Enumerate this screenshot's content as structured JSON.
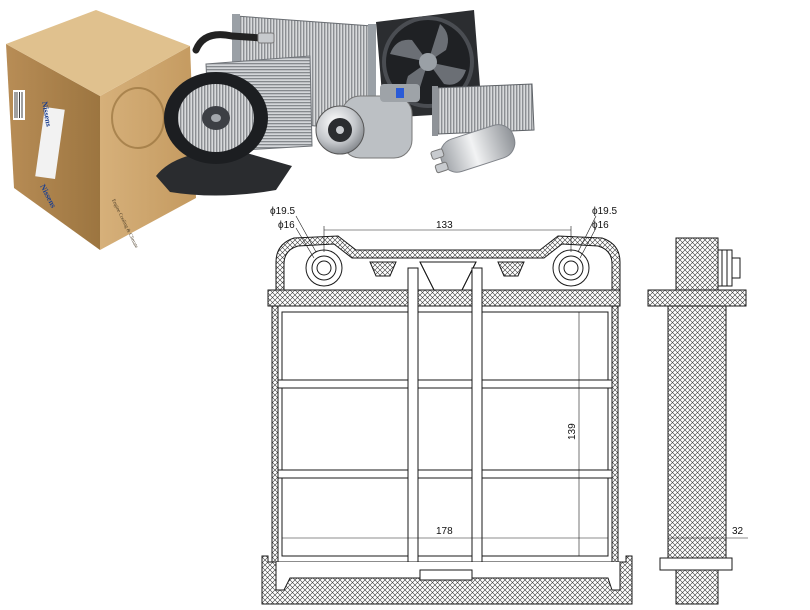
{
  "box": {
    "brand_side": "Nissens",
    "brand_front": "Nissens",
    "tagline": "Engine Cooling & Climate"
  },
  "dimensions": {
    "pipe_outer_left": "ϕ19.5",
    "pipe_inner_left": "ϕ16",
    "pipe_outer_right": "ϕ19.5",
    "pipe_inner_right": "ϕ16",
    "top_span": "133",
    "height": "139",
    "width": "178",
    "depth": "32"
  },
  "colors": {
    "line": "#1a1a1a",
    "box_light": "#c9a26b",
    "box_dark": "#a77d45",
    "metal": "#b9bcc0"
  }
}
